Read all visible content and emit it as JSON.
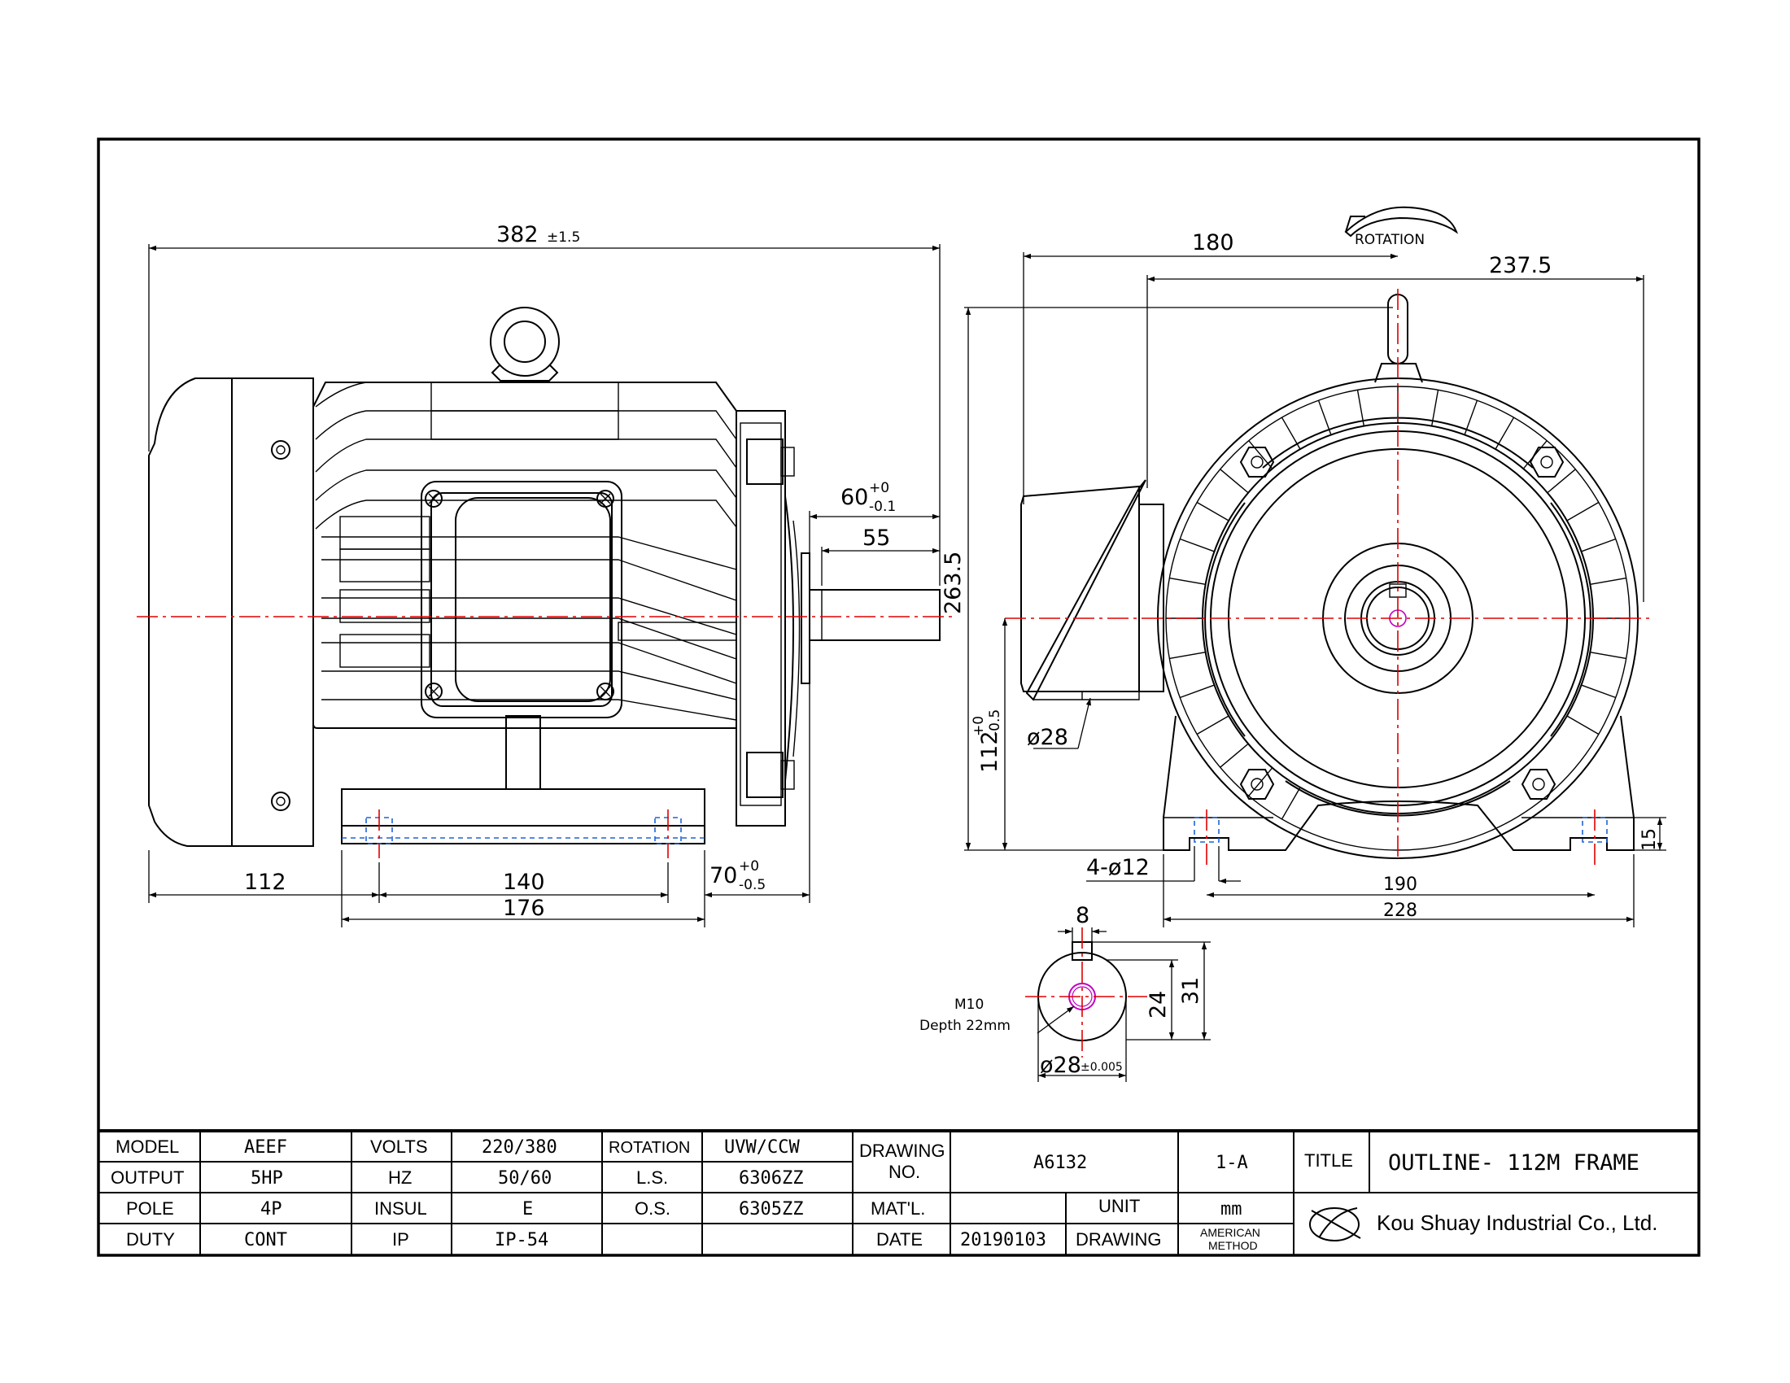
{
  "dimensions": {
    "overall_length": "382",
    "overall_length_tol": "±1.5",
    "shaft_total": "60",
    "shaft_total_tol_upper": "+0",
    "shaft_total_tol_lower": "-0.1",
    "shaft_key": "55",
    "total_height": "263.5",
    "shaft_height": "112",
    "shaft_height_tol_upper": "+0",
    "shaft_height_tol_lower": "-0.5",
    "fan_end": "112",
    "foot_spacing": "140",
    "foot_length": "176",
    "shaft_shoulder": "70",
    "shaft_shoulder_tol_upper": "+0",
    "shaft_shoulder_tol_lower": "-0.5",
    "terminal_box_offset": "180",
    "terminal_box_width": "237.5",
    "conduit_diameter": "ø28",
    "mount_holes": "4-ø12",
    "foot_hole_spacing": "190",
    "foot_width": "228",
    "foot_height": "15",
    "key_width": "8",
    "key_depth": "24",
    "shaft_key_height": "31",
    "thread_size": "M10",
    "thread_depth": "Depth 22mm",
    "shaft_diameter": "ø28",
    "shaft_diameter_tol": "±0.005",
    "rotation_label": "ROTATION"
  },
  "title_block": {
    "r1": [
      "MODEL",
      "AEEF",
      "VOLTS",
      "220/380",
      "ROTATION",
      "UVW/CCW"
    ],
    "r2": [
      "OUTPUT",
      "5HP",
      "HZ",
      "50/60",
      "L.S.",
      "6306ZZ"
    ],
    "r3": [
      "POLE",
      "4P",
      "INSUL",
      "E",
      "O.S.",
      "6305ZZ"
    ],
    "r4": [
      "DUTY",
      "CONT",
      "IP",
      "IP-54",
      "",
      ""
    ],
    "drawing_no_label_1": "DRAWING",
    "drawing_no_label_2": "NO.",
    "drawing_no": "A6132",
    "revision": "1-A",
    "title_label": "TITLE",
    "title": "OUTLINE- 112M FRAME",
    "material_label": "MAT'L.",
    "material": "",
    "unit_label": "UNIT",
    "unit": "mm",
    "date_label": "DATE",
    "date": "20190103",
    "drawing_label": "DRAWING",
    "method_1": "AMERICAN",
    "method_2": "METHOD",
    "company": "Kou Shuay Industrial Co., Ltd."
  }
}
